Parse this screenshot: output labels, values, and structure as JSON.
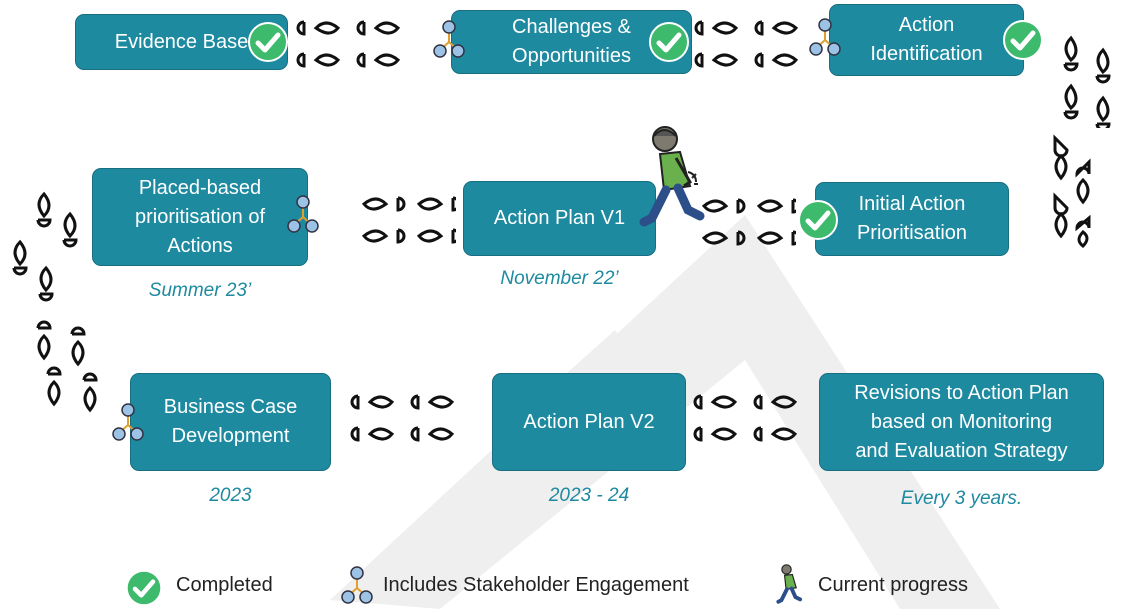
{
  "stages": {
    "evidence_base": "Evidence Base",
    "challenges": "Challenges &\nOpportunities",
    "action_identification": "Action\nIdentification",
    "initial_prioritisation": "Initial Action\nPrioritisation",
    "action_plan_v1": "Action Plan V1",
    "place_based": "Placed-based\nprioritisation of\nActions",
    "business_case": "Business Case\nDevelopment",
    "action_plan_v2": "Action Plan V2",
    "revisions": "Revisions to Action Plan\nbased on Monitoring\nand Evaluation Strategy"
  },
  "dates": {
    "action_plan_v1": "November 22’",
    "place_based": "Summer 23’",
    "business_case": "2023",
    "action_plan_v2": "2023 - 24",
    "revisions": "Every 3 years."
  },
  "legend": {
    "completed": "Completed",
    "stakeholder": "Includes Stakeholder Engagement",
    "current": "Current progress"
  },
  "colors": {
    "box": "#1e8aa0",
    "check": "#3dba6b",
    "watermark": "#ececec"
  }
}
